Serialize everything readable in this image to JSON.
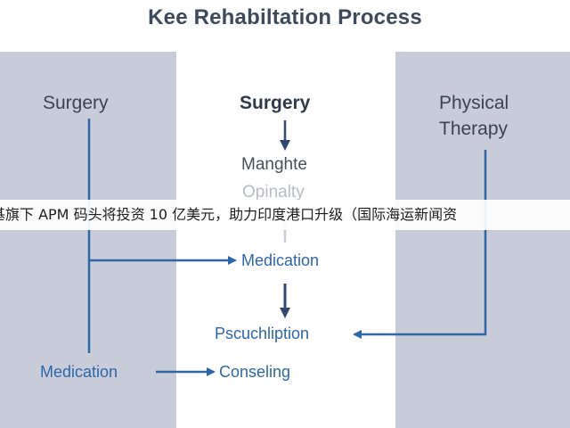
{
  "title": "Kee Rehabiltation Process",
  "columns": {
    "left_header": "Surgery",
    "center_header": "Surgery",
    "right_header_line1": "Physical",
    "right_header_line2": "Therapy"
  },
  "nodes": {
    "manghte": "Manghte",
    "opinalty": "Opinalty",
    "medication_center": "Medication",
    "pscuchliption": "Pscuchliption",
    "medication_left": "Medication",
    "conseling": "Conseling"
  },
  "banner": {
    "text": "基旗下 APM 码头将投资 10 亿美元，助力印度港口升级（国际海运新闻资"
  },
  "colors": {
    "panel": "#c8ccd8",
    "arrow_blue": "#2d67a8",
    "arrow_dark": "#2f4a6e",
    "title": "#3d4a5c"
  }
}
